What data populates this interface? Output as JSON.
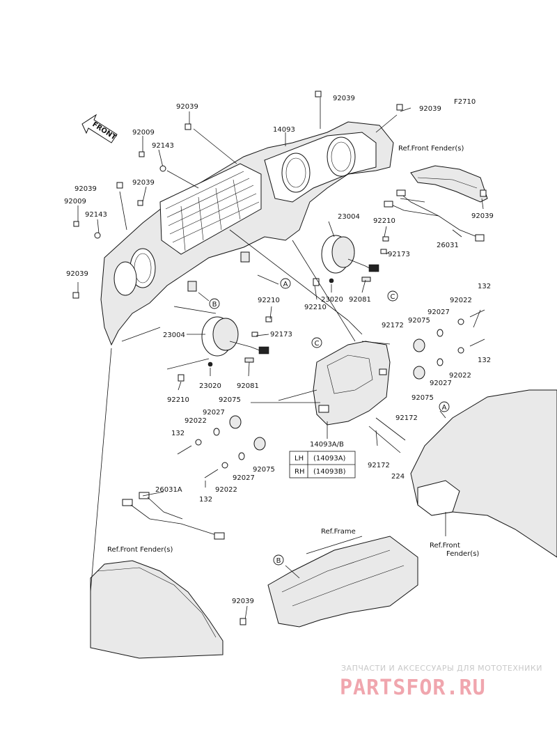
{
  "figure_code": "F2710",
  "front_label": "FRONT",
  "parts": {
    "p92039_top": "92039",
    "p92039_topr": "92039",
    "p92039_left": "92039",
    "p92039_mid": "92039",
    "p92039_leftb": "92039",
    "p92039_right": "92039",
    "p92039_bottom": "92039",
    "p14093": "14093",
    "p92009_a": "92009",
    "p92143_a": "92143",
    "p92009_b": "92009",
    "p92143_b": "92143",
    "p23004_r": "23004",
    "p92210_r1": "92210",
    "p92173_r": "92173",
    "p92210_r2": "92210",
    "p23020_r": "23020",
    "p92081_r": "92081",
    "p26031": "26031",
    "p92210_l1": "92210",
    "p23004_l": "23004",
    "p92173_l": "92173",
    "p92210_l2": "92210",
    "p23020_l": "23020",
    "p92081_l": "92081",
    "p92172_a": "92172",
    "p92075_a": "92075",
    "p92027_a": "92027",
    "p92022_a": "92022",
    "p132_a": "132",
    "p132_b": "132",
    "p92022_b": "92022",
    "p92027_b": "92027",
    "p92075_b": "92075",
    "p92172_b": "92172",
    "p92075_c": "92075",
    "p92027_c": "92027",
    "p92022_c": "92022",
    "p132_c": "132",
    "p14093ab": "14093A/B",
    "p92172_c": "92172",
    "p224": "224",
    "p92075_d": "92075",
    "p92027_d": "92027",
    "p92022_d": "92022",
    "p132_d": "132",
    "p26031a": "26031A"
  },
  "variant_table": {
    "rows": [
      {
        "side": "LH",
        "code": "(14093A)"
      },
      {
        "side": "RH",
        "code": "(14093B)"
      }
    ]
  },
  "refs": {
    "front_fender_top": "Ref.Front Fender(s)",
    "front_fender_right_1": "Ref.Front",
    "front_fender_right_2": "Fender(s)",
    "front_fender_bottom": "Ref.Front Fender(s)",
    "frame": "Ref.Frame"
  },
  "callouts": {
    "a1": "A",
    "a2": "A",
    "b1": "B",
    "b2": "B",
    "c1": "C",
    "c2": "C"
  },
  "watermark": {
    "line1": "ЗАПЧАСТИ И АКСЕССУАРЫ ДЛЯ МОТОТЕХНИКИ",
    "line2": "PARTSFOR.RU"
  }
}
